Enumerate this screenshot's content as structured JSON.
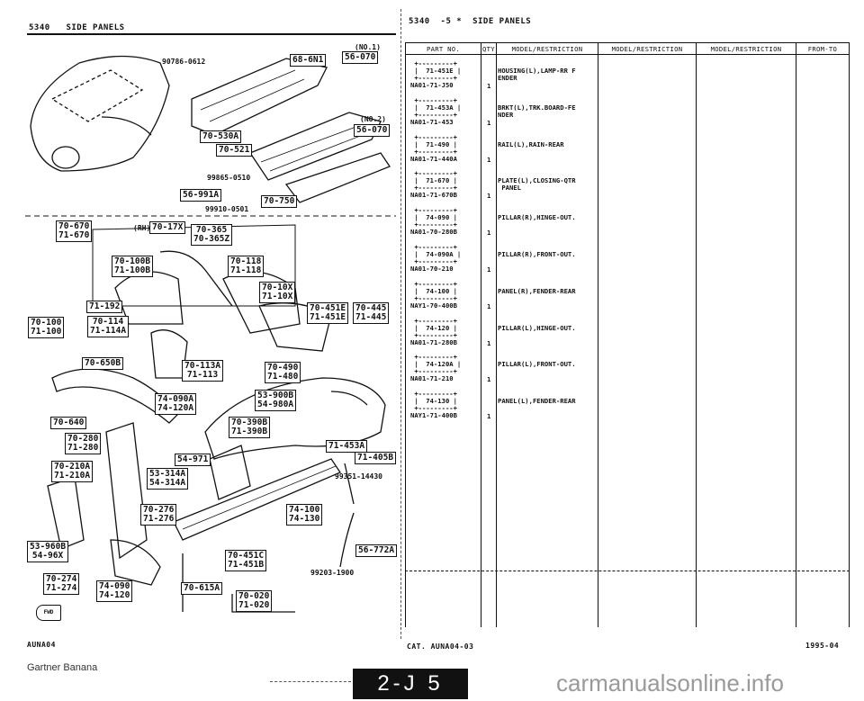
{
  "left_header": {
    "model": "5340",
    "title": "SIDE PANELS"
  },
  "right_header": {
    "model": "5340",
    "section": "-5 *",
    "title": "SIDE PANELS"
  },
  "table": {
    "columns": [
      "PART NO.",
      "QTY",
      "MODEL/RESTRICTION",
      "MODEL/RESTRICTION",
      "MODEL/RESTRICTION",
      "FROM-TO"
    ],
    "rows": [
      {
        "key": "71-451E",
        "part": "NA01-71-J50",
        "qty": "1",
        "desc": "HOUSING(L),LAMP-RR F\nENDER"
      },
      {
        "key": "71-453A",
        "part": "NA01-71-453",
        "qty": "1",
        "desc": "BRKT(L),TRK.BOARD-FE\nNDER"
      },
      {
        "key": "71-490",
        "part": "NA01-71-440A",
        "qty": "1",
        "desc": "RAIL(L),RAIN-REAR"
      },
      {
        "key": "71-670",
        "part": "NA01-71-670B",
        "qty": "1",
        "desc": "PLATE(L),CLOSING-QTR\n PANEL"
      },
      {
        "key": "74-090",
        "part": "NA01-70-280B",
        "qty": "1",
        "desc": "PILLAR(R),HINGE-OUT."
      },
      {
        "key": "74-090A",
        "part": "NA01-70-210",
        "qty": "1",
        "desc": "PILLAR(R),FRONT-OUT."
      },
      {
        "key": "74-100",
        "part": "NAY1-70-400B",
        "qty": "1",
        "desc": "PANEL(R),FENDER-REAR"
      },
      {
        "key": "74-120",
        "part": "NA01-71-280B",
        "qty": "1",
        "desc": "PILLAR(L),HINGE-OUT."
      },
      {
        "key": "74-120A",
        "part": "NA01-71-210",
        "qty": "1",
        "desc": "PILLAR(L),FRONT-OUT."
      },
      {
        "key": "74-130",
        "part": "NAY1-71-400B",
        "qty": "1",
        "desc": "PANEL(L),FENDER-REAR"
      }
    ]
  },
  "diagram_labels": [
    "68-6N1",
    "56-070",
    "(NO.1)",
    "(NO.2)",
    "56-070",
    "70-530A",
    "70-521",
    "56-991A",
    "70-750",
    "70-670\n71-670",
    "(RH)",
    "70-17X",
    "70-365\n70-365Z",
    "70-100B\n71-100B",
    "70-118\n71-118",
    "70-10X\n71-10X",
    "71-192",
    "70-114\n71-114A",
    "70-451E\n71-451E",
    "70-445\n71-445",
    "70-100\n71-100",
    "70-650B",
    "70-113A\n71-113",
    "70-490\n71-480",
    "53-900B\n54-980A",
    "74-090A\n74-120A",
    "70-640",
    "70-390B\n71-390B",
    "70-280\n71-280",
    "71-453A",
    "71-405B",
    "54-971",
    "70-210A\n71-210A",
    "53-314A\n54-314A",
    "70-276\n71-276",
    "74-100\n74-130",
    "53-960B\n54-96X",
    "56-772A",
    "70-451C\n71-451B",
    "70-274\n71-274",
    "74-090\n74-120",
    "70-615A",
    "70-020\n71-020"
  ],
  "diagram_numbers": [
    "90786-0612",
    "99865-0510",
    "99910-0501",
    "99351-14430",
    "99203-1900"
  ],
  "footer": {
    "left_code": "AUNA04",
    "catalog": "CAT. AUNA04-03",
    "date": "1995-04",
    "page": "2-J 5",
    "credit": "Gartner Banana"
  },
  "watermark": "carmanualsonline.info",
  "fwd": "FWD"
}
